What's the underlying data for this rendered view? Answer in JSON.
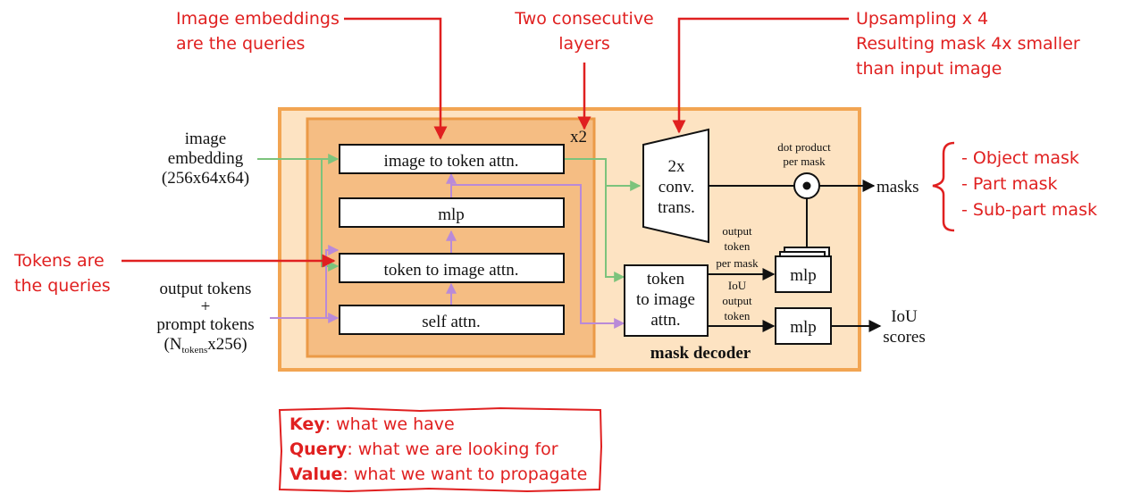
{
  "colors": {
    "outer_fill": "#fde3c2",
    "outer_border": "#f2a552",
    "inner_fill": "#f5bd83",
    "inner_border": "#eb9a47",
    "green_arrow": "#7cc37c",
    "purple_arrow": "#b98ad8",
    "annotation_red": "#e02020",
    "black": "#111111"
  },
  "diagram": {
    "decoder_label": "mask decoder",
    "repeat_label": "x2",
    "blocks": {
      "image_to_token": "image to token attn.",
      "mlp": "mlp",
      "token_to_image": "token to image attn.",
      "self_attn": "self attn."
    },
    "inputs": {
      "image_embedding": [
        "image",
        "embedding",
        "(256x64x64)"
      ],
      "tokens": {
        "line1": "output tokens",
        "line2": "+",
        "line3": "prompt tokens",
        "n": "(N",
        "sub": "tokens",
        "tail": "x256)"
      }
    },
    "conv": [
      "2x",
      "conv.",
      "trans."
    ],
    "final_attn": [
      "token",
      "to image",
      "attn."
    ],
    "dot_label": [
      "dot product",
      "per mask"
    ],
    "output_token_label": [
      "output",
      "token",
      "per mask"
    ],
    "iou_token_label": [
      "IoU",
      "output",
      "token"
    ],
    "mlp_label": "mlp",
    "outputs": {
      "masks": "masks",
      "iou": [
        "IoU",
        "scores"
      ]
    }
  },
  "annotations": {
    "image_embeddings": [
      "Image embeddings",
      "are the queries"
    ],
    "two_layers": [
      "Two consecutive",
      "layers"
    ],
    "upsampling": [
      "Upsampling x 4",
      "Resulting mask 4x smaller",
      "than input image"
    ],
    "tokens": [
      "Tokens are",
      "the queries"
    ],
    "mask_types": [
      "- Object mask",
      "- Part mask",
      "- Sub-part mask"
    ]
  },
  "key_box": [
    {
      "term": "Key",
      "desc": ": what we have"
    },
    {
      "term": "Query",
      "desc": ": what we are looking for"
    },
    {
      "term": "Value",
      "desc": ": what we want to propagate"
    }
  ]
}
